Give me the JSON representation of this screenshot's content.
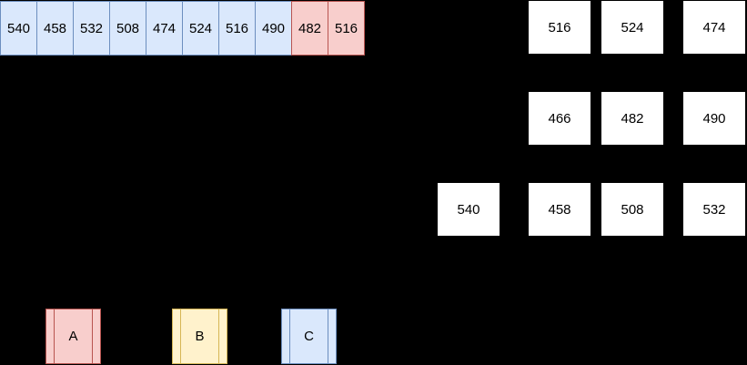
{
  "colors": {
    "background": "#000000",
    "blue_fill": "#dae8fc",
    "blue_stroke": "#6c8ebf",
    "red_fill": "#f8cecc",
    "red_stroke": "#b85450",
    "yellow_fill": "#fff2cc",
    "yellow_stroke": "#d6b656",
    "grid_box_fill": "#ffffff",
    "text": "#000000"
  },
  "strip": {
    "cells": [
      {
        "value": "540",
        "group": "blue"
      },
      {
        "value": "458",
        "group": "blue"
      },
      {
        "value": "532",
        "group": "blue"
      },
      {
        "value": "508",
        "group": "blue"
      },
      {
        "value": "474",
        "group": "blue"
      },
      {
        "value": "524",
        "group": "blue"
      },
      {
        "value": "516",
        "group": "blue"
      },
      {
        "value": "490",
        "group": "blue"
      },
      {
        "value": "482",
        "group": "red"
      },
      {
        "value": "516",
        "group": "red"
      }
    ]
  },
  "grid": {
    "rows": [
      {
        "boxes": [
          {
            "value": "516"
          },
          {
            "value": "524"
          },
          {
            "value": "474"
          }
        ]
      },
      {
        "boxes": [
          {
            "value": "466"
          },
          {
            "value": "482"
          },
          {
            "value": "490"
          }
        ]
      },
      {
        "boxes": [
          {
            "value": "540"
          },
          {
            "value": "458"
          },
          {
            "value": "508"
          },
          {
            "value": "532"
          }
        ]
      }
    ]
  },
  "process_boxes": [
    {
      "label": "A",
      "color": "red"
    },
    {
      "label": "B",
      "color": "yellow"
    },
    {
      "label": "C",
      "color": "blue"
    }
  ]
}
